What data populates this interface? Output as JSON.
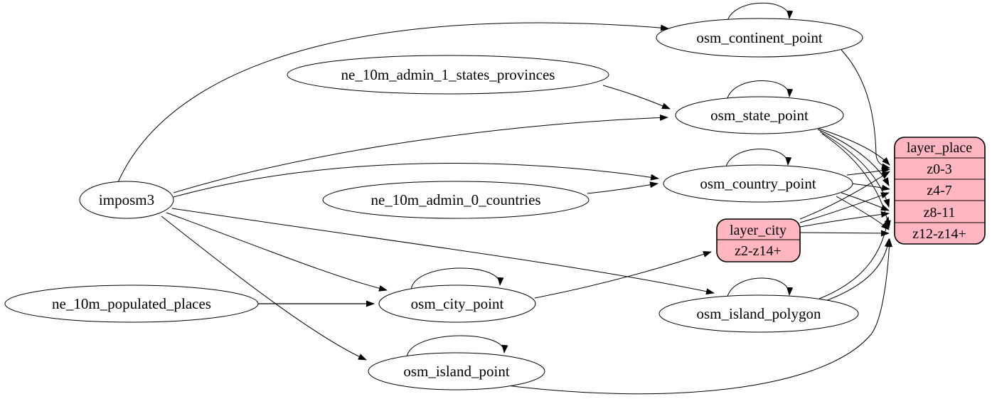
{
  "diagram": {
    "title": "place layer ETL mapping diagram",
    "background_color": "#ffffff",
    "edge_color": "#000000",
    "table_node_fill": "#ffffff",
    "record_node_fill": "#ffb6c1"
  },
  "nodes": {
    "imposm3": {
      "label": "imposm3"
    },
    "ne_10m_admin_1_states_provinces": {
      "label": "ne_10m_admin_1_states_provinces"
    },
    "ne_10m_admin_0_countries": {
      "label": "ne_10m_admin_0_countries"
    },
    "ne_10m_populated_places": {
      "label": "ne_10m_populated_places"
    },
    "osm_continent_point": {
      "label": "osm_continent_point"
    },
    "osm_state_point": {
      "label": "osm_state_point"
    },
    "osm_country_point": {
      "label": "osm_country_point"
    },
    "osm_city_point": {
      "label": "osm_city_point"
    },
    "osm_island_polygon": {
      "label": "osm_island_polygon"
    },
    "osm_island_point": {
      "label": "osm_island_point"
    }
  },
  "records": {
    "layer_city": {
      "title": "layer_city",
      "rows": [
        "z2-z14+"
      ]
    },
    "layer_place": {
      "title": "layer_place",
      "rows": [
        "z0-3",
        "z4-7",
        "z8-11",
        "z12-z14+"
      ]
    }
  },
  "edges": [
    {
      "from": "imposm3",
      "to": "osm_continent_point"
    },
    {
      "from": "imposm3",
      "to": "osm_state_point"
    },
    {
      "from": "imposm3",
      "to": "osm_country_point"
    },
    {
      "from": "imposm3",
      "to": "osm_city_point"
    },
    {
      "from": "imposm3",
      "to": "osm_island_polygon"
    },
    {
      "from": "imposm3",
      "to": "osm_island_point"
    },
    {
      "from": "ne_10m_admin_1_states_provinces",
      "to": "osm_state_point"
    },
    {
      "from": "ne_10m_admin_0_countries",
      "to": "osm_country_point"
    },
    {
      "from": "ne_10m_populated_places",
      "to": "osm_city_point"
    },
    {
      "from": "osm_continent_point",
      "to": "osm_continent_point"
    },
    {
      "from": "osm_state_point",
      "to": "osm_state_point"
    },
    {
      "from": "osm_country_point",
      "to": "osm_country_point"
    },
    {
      "from": "osm_city_point",
      "to": "osm_city_point"
    },
    {
      "from": "osm_island_polygon",
      "to": "osm_island_polygon"
    },
    {
      "from": "osm_island_point",
      "to": "osm_island_point"
    },
    {
      "from": "osm_continent_point",
      "to": "layer_place",
      "port": "z0-3"
    },
    {
      "from": "osm_state_point",
      "to": "layer_place",
      "port": "z0-3"
    },
    {
      "from": "osm_state_point",
      "to": "layer_place",
      "port": "z4-7"
    },
    {
      "from": "osm_state_point",
      "to": "layer_place",
      "port": "z8-11"
    },
    {
      "from": "osm_state_point",
      "to": "layer_place",
      "port": "z12-z14+"
    },
    {
      "from": "osm_country_point",
      "to": "layer_place",
      "port": "z0-3"
    },
    {
      "from": "osm_country_point",
      "to": "layer_place",
      "port": "z4-7"
    },
    {
      "from": "osm_country_point",
      "to": "layer_place",
      "port": "z8-11"
    },
    {
      "from": "osm_country_point",
      "to": "layer_place",
      "port": "z12-z14+"
    },
    {
      "from": "osm_city_point",
      "to": "layer_city",
      "port": "z2-z14+"
    },
    {
      "from": "layer_city",
      "to": "layer_place",
      "port": "z0-3"
    },
    {
      "from": "layer_city",
      "to": "layer_place",
      "port": "z4-7"
    },
    {
      "from": "layer_city",
      "to": "layer_place",
      "port": "z8-11"
    },
    {
      "from": "layer_city",
      "to": "layer_place",
      "port": "z12-z14+"
    },
    {
      "from": "osm_island_polygon",
      "to": "layer_place",
      "port": "z8-11"
    },
    {
      "from": "osm_island_polygon",
      "to": "layer_place",
      "port": "z12-z14+"
    },
    {
      "from": "osm_island_point",
      "to": "layer_place",
      "port": "z12-z14+"
    }
  ]
}
